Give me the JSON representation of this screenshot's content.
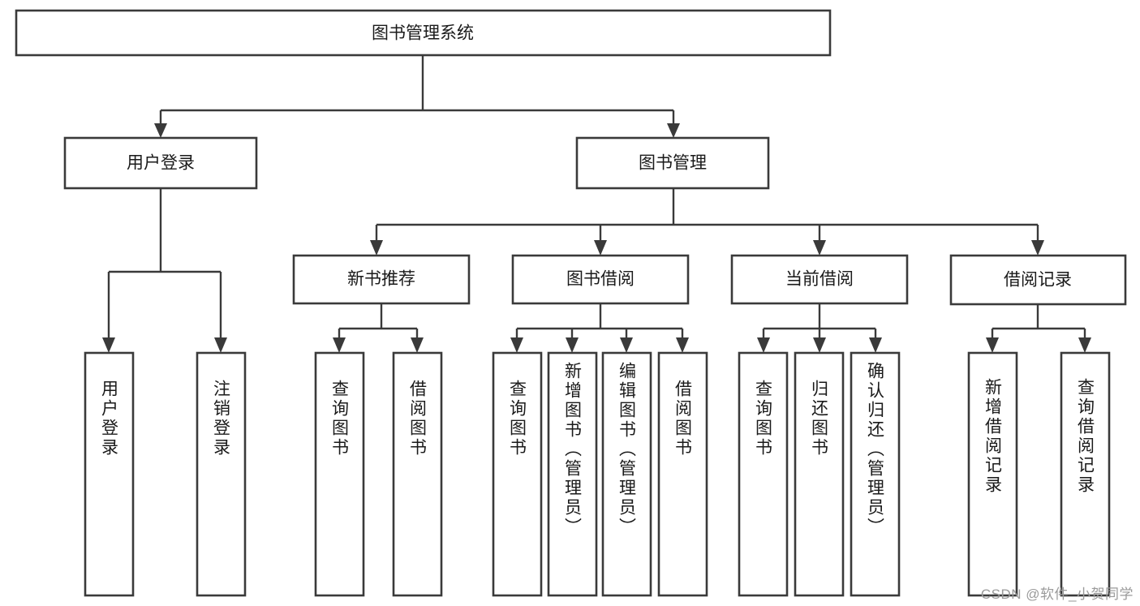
{
  "diagram": {
    "title": "图书管理系统",
    "type": "tree-hierarchy",
    "watermark": "CSDN @软件_小贺同学",
    "root": {
      "id": "root",
      "label": "图书管理系统"
    },
    "level2": [
      {
        "id": "user-login",
        "label": "用户登录"
      },
      {
        "id": "book-management",
        "label": "图书管理"
      }
    ],
    "level3": [
      {
        "id": "new-book-recommend",
        "label": "新书推荐",
        "parent": "book-management"
      },
      {
        "id": "book-borrow",
        "label": "图书借阅",
        "parent": "book-management"
      },
      {
        "id": "current-borrow",
        "label": "当前借阅",
        "parent": "book-management"
      },
      {
        "id": "borrow-record",
        "label": "借阅记录",
        "parent": "book-management"
      }
    ],
    "leaves": [
      {
        "id": "leaf-user-login",
        "label": "用户登录",
        "parent": "user-login"
      },
      {
        "id": "leaf-user-logout",
        "label": "注销登录",
        "parent": "user-login"
      },
      {
        "id": "leaf-query-book-1",
        "label": "查询图书",
        "parent": "new-book-recommend"
      },
      {
        "id": "leaf-borrow-book-1",
        "label": "借阅图书",
        "parent": "new-book-recommend"
      },
      {
        "id": "leaf-query-book-2",
        "label": "查询图书",
        "parent": "book-borrow"
      },
      {
        "id": "leaf-add-book",
        "label": "新增图书（管理员）",
        "parent": "book-borrow"
      },
      {
        "id": "leaf-edit-book",
        "label": "编辑图书（管理员）",
        "parent": "book-borrow"
      },
      {
        "id": "leaf-borrow-book-2",
        "label": "借阅图书",
        "parent": "book-borrow"
      },
      {
        "id": "leaf-query-book-3",
        "label": "查询图书",
        "parent": "current-borrow"
      },
      {
        "id": "leaf-return-book",
        "label": "归还图书",
        "parent": "current-borrow"
      },
      {
        "id": "leaf-confirm-return",
        "label": "确认归还（管理员）",
        "parent": "current-borrow"
      },
      {
        "id": "leaf-add-record",
        "label": "新增借阅记录",
        "parent": "borrow-record"
      },
      {
        "id": "leaf-query-record",
        "label": "查询借阅记录",
        "parent": "borrow-record"
      }
    ],
    "colors": {
      "stroke": "#3a3a3a",
      "fill": "#ffffff",
      "text": "#1a1a1a",
      "watermark": "#9a9a9a"
    }
  }
}
